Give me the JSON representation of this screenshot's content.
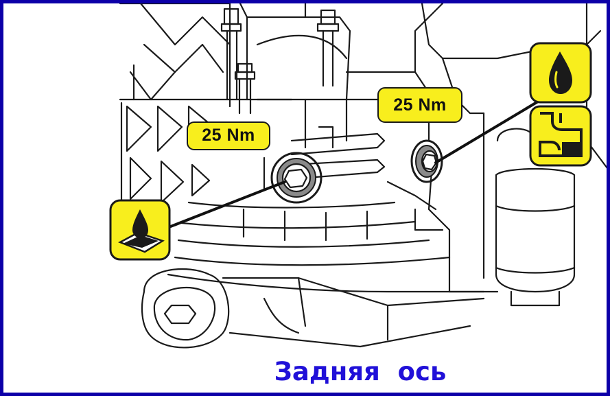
{
  "torque_labels": {
    "left": "25 Nm",
    "right": "25 Nm"
  },
  "caption": "Задняя  ось",
  "colors": {
    "border": "#0c00a8",
    "label_fill": "#f8ee1d",
    "caption": "#2010d8",
    "line_art": "#1a1a1a"
  },
  "icons": [
    "sealant-on-surface-icon",
    "oil-drop-icon",
    "fill-level-icon"
  ]
}
